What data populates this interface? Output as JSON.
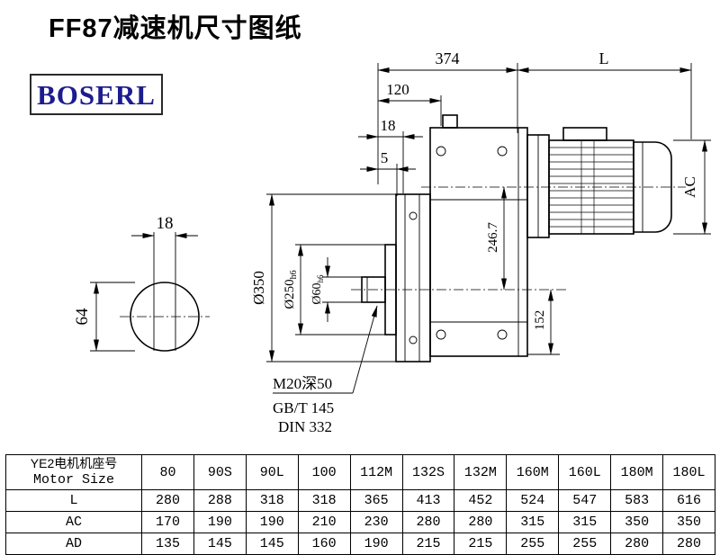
{
  "page": {
    "title": "FF87减速机尺寸图纸",
    "logo_text": "BOSERL"
  },
  "drawing": {
    "dim_374": "374",
    "dim_L": "L",
    "dim_120": "120",
    "dim_18_top": "18",
    "dim_5": "5",
    "dim_246_7": "246.7",
    "dim_AC": "AC",
    "dim_152": "152",
    "dim_d350": "Ø350",
    "dim_d250_main": "Ø250",
    "dim_d250_sub": "h6",
    "dim_d60_main": "Ø60",
    "dim_d60_sub": "h6",
    "shaft_key_width": "18",
    "shaft_height": "64",
    "note_tap": "M20深50",
    "note_gb": "GB/T 145",
    "note_din": "DIN 332"
  },
  "table": {
    "header_line1": "YE2电机机座号",
    "header_line2": "Motor Size",
    "frame_sizes": [
      "80",
      "90S",
      "90L",
      "100",
      "112M",
      "132S",
      "132M",
      "160M",
      "160L",
      "180M",
      "180L"
    ],
    "rows": [
      {
        "label": "L",
        "values": [
          "280",
          "288",
          "318",
          "318",
          "365",
          "413",
          "452",
          "524",
          "547",
          "583",
          "616"
        ]
      },
      {
        "label": "AC",
        "values": [
          "170",
          "190",
          "190",
          "210",
          "230",
          "280",
          "280",
          "315",
          "315",
          "350",
          "350"
        ]
      },
      {
        "label": "AD",
        "values": [
          "135",
          "145",
          "145",
          "160",
          "190",
          "215",
          "215",
          "255",
          "255",
          "280",
          "280"
        ]
      }
    ]
  }
}
